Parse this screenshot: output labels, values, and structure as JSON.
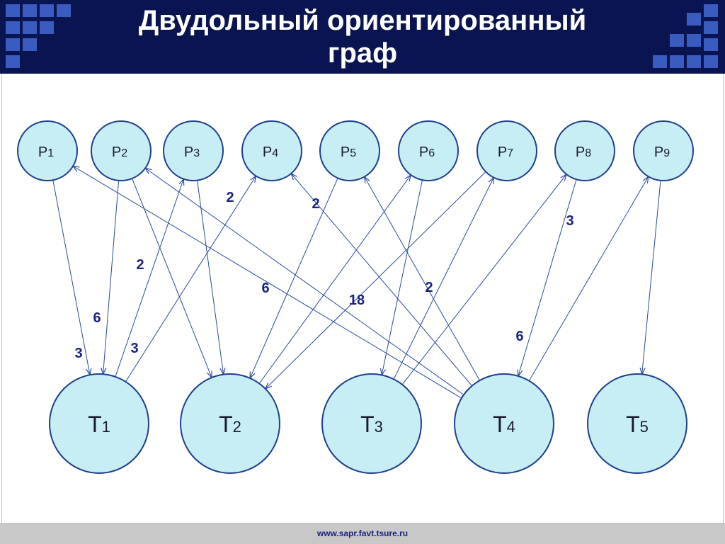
{
  "title": {
    "line1": "Двудольный ориентированный",
    "line2": "граф"
  },
  "footer": "www.sapr.favt.tsure.ru",
  "colors": {
    "header_bg": "#0a1450",
    "node_fill": "#c8eef5",
    "node_stroke": "#1f3f8f",
    "edge": "#2a4aa0",
    "weight_text": "#1a237e"
  },
  "places": [
    {
      "id": "p1",
      "letter": "P",
      "index": "1"
    },
    {
      "id": "p2",
      "letter": "P",
      "index": "2"
    },
    {
      "id": "p3",
      "letter": "P",
      "index": "3"
    },
    {
      "id": "p4",
      "letter": "P",
      "index": "4"
    },
    {
      "id": "p5",
      "letter": "P",
      "index": "5"
    },
    {
      "id": "p6",
      "letter": "P",
      "index": "6"
    },
    {
      "id": "p7",
      "letter": "P",
      "index": "7"
    },
    {
      "id": "p8",
      "letter": "P",
      "index": "8"
    },
    {
      "id": "p9",
      "letter": "P",
      "index": "9"
    }
  ],
  "transitions": [
    {
      "id": "t1",
      "letter": "T",
      "index": "1"
    },
    {
      "id": "t2",
      "letter": "T",
      "index": "2"
    },
    {
      "id": "t3",
      "letter": "T",
      "index": "3"
    },
    {
      "id": "t4",
      "letter": "T",
      "index": "4"
    },
    {
      "id": "t5",
      "letter": "T",
      "index": "5"
    }
  ],
  "edges": [
    {
      "from": "p1",
      "to": "t1"
    },
    {
      "from": "p2",
      "to": "t1"
    },
    {
      "from": "t1",
      "to": "p3"
    },
    {
      "from": "t1",
      "to": "p4"
    },
    {
      "from": "p2",
      "to": "t2"
    },
    {
      "from": "p3",
      "to": "t2"
    },
    {
      "from": "p5",
      "to": "t2"
    },
    {
      "from": "t2",
      "to": "p6"
    },
    {
      "from": "p7",
      "to": "t2"
    },
    {
      "from": "p6",
      "to": "t3"
    },
    {
      "from": "t3",
      "to": "p7"
    },
    {
      "from": "t3",
      "to": "p8"
    },
    {
      "from": "t4",
      "to": "p1"
    },
    {
      "from": "t4",
      "to": "p2"
    },
    {
      "from": "t4",
      "to": "p4"
    },
    {
      "from": "t4",
      "to": "p5"
    },
    {
      "from": "t4",
      "to": "p9"
    },
    {
      "from": "p8",
      "to": "t4"
    },
    {
      "from": "p9",
      "to": "t5"
    }
  ],
  "weights": [
    "3",
    "6",
    "2",
    "3",
    "2",
    "6",
    "18",
    "2",
    "2",
    "6",
    "3"
  ]
}
